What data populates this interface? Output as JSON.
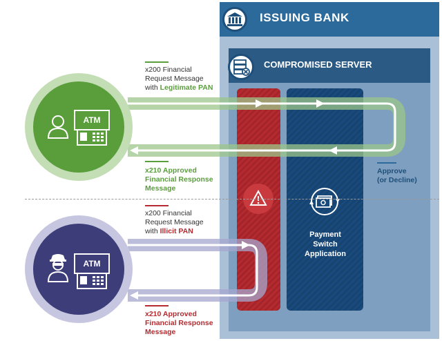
{
  "bank": {
    "title": "ISSUING BANK"
  },
  "server": {
    "title": "COMPROMISED SERVER"
  },
  "application": {
    "line1": "Payment",
    "line2": "Switch",
    "line3": "Application"
  },
  "legit_flow": {
    "request_line1": "x200 Financial",
    "request_line2": "Request Message",
    "request_line3_prefix": "with ",
    "request_line3_highlight": "Legitimate PAN",
    "response_line1": "x210 Approved",
    "response_line2": "Financial Response",
    "response_line3": "Message",
    "atm_label": "ATM"
  },
  "illicit_flow": {
    "request_line1": "x200 Financial",
    "request_line2": "Request Message",
    "request_line3_prefix": "with ",
    "request_line3_highlight": "Illicit PAN",
    "response_line1": "x210 Approved",
    "response_line2": "Financial Response",
    "response_line3": "Message",
    "atm_label": "ATM"
  },
  "decision": {
    "line1": "Approve",
    "line2": "(or Decline)"
  },
  "colors": {
    "legit_green": "#5a9e3c",
    "illicit_purple": "#3d3d7a",
    "alert_red": "#b52a2f",
    "bank_blue": "#2b6a9b",
    "switch_navy": "#194a7e"
  },
  "icons": [
    "bank-icon",
    "server-compromised-icon",
    "user-icon",
    "atm-icon",
    "hacker-icon",
    "warning-icon",
    "payment-cycle-icon"
  ]
}
